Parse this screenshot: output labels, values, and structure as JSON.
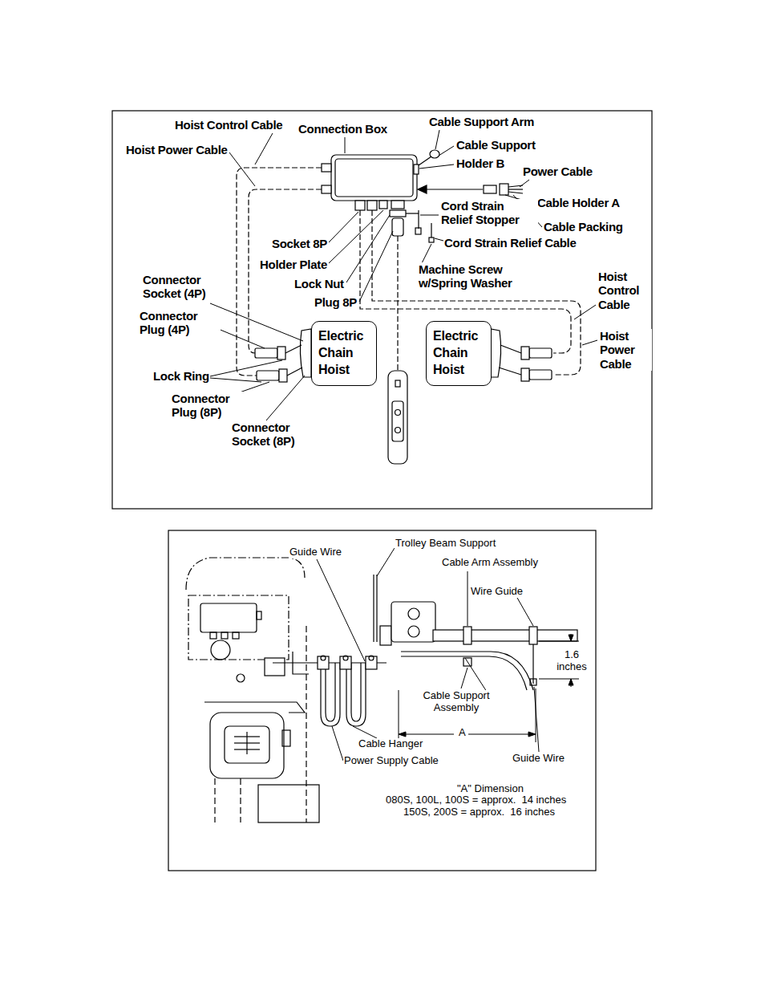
{
  "diagram": {
    "nodes": [
      {
        "text": [
          "Electric Chain Hoist"
        ]
      },
      {
        "text": [
          "Electric Chain Hoist"
        ]
      }
    ],
    "labels": [
      "Hoist Control Cable",
      "Connection Box",
      "Cable Support Arm",
      "Cable Support",
      "Hoist Power Cable",
      "Holder B",
      "Power Cable",
      "Cable Holder A",
      "Cord Strain Relief Stopper",
      "Cable Packing",
      "Socket 8P",
      "Cord Strain Relief Cable",
      "Holder Plate",
      "Machine Screw w/Spring Washer",
      "Lock Nut",
      "Plug 8P",
      "Connector Socket (4P)",
      "Hoist Control Cable",
      "Connector Plug (4P)",
      "Hoist Power Cable",
      "Lock Ring",
      "Connector Plug (8P)",
      "Connector Socket (8P)",
      "Guide Wire",
      "Trolley Beam Support",
      "Cable Arm Assembly",
      "Wire Guide",
      "1.6 inches",
      "Cable Support Assembly",
      "A",
      "Cable Hanger",
      "Power Supply Cable",
      "Guide Wire",
      "\"A\" Dimension",
      "080S, 100L, 100S = approx.  14 inches",
      "150S, 200S = approx.  16 inches"
    ]
  }
}
